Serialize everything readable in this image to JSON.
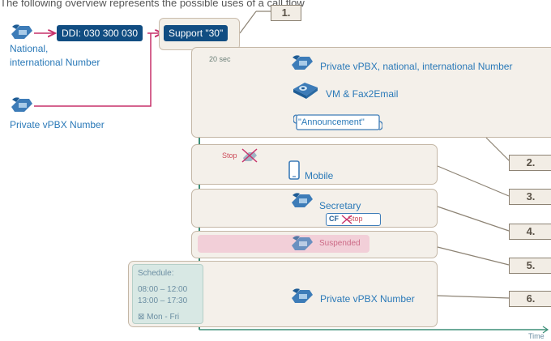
{
  "top_text": "The following overview represents the possible uses of a call flow",
  "sources": {
    "external_label": "National,\ninternational Number",
    "internal_label": "Private vPBX Number"
  },
  "ddi_box": "DDI: 030 300 030",
  "support_box": "Support \"30\"",
  "steps": [
    {
      "number": "1."
    },
    {
      "number": "2.",
      "delay": "20 sec",
      "destinations": [
        "Private vPBX, national, international Number",
        "VM & Fax2Email",
        "\"Announcement\""
      ]
    },
    {
      "number": "3.",
      "stop_label": "Stop",
      "destination": "Mobile"
    },
    {
      "number": "4.",
      "destination": "Secretary",
      "cf_label": "CF",
      "cf_stop_label": "Stop"
    },
    {
      "number": "5.",
      "destination": "Suspended"
    },
    {
      "number": "6.",
      "destination": "Private vPBX Number",
      "schedule_title": "Schedule:",
      "schedule_lines": [
        "08:00 – 12:00",
        "13:00 – 17:30"
      ],
      "schedule_days": "⊠ Mon - Fri"
    }
  ],
  "time_label": "Time",
  "colors": {
    "dark_blue": "#114d82",
    "link_blue": "#2a79b8",
    "magenta": "#c7306a",
    "teal": "#3d8f78",
    "frame": "#c4b7a6",
    "suspended_bg": "#f2cfd8"
  },
  "icons": [
    "phone-icon",
    "voicemail-icon",
    "announcement-scroll-icon",
    "mobile-icon",
    "cross-icon"
  ]
}
